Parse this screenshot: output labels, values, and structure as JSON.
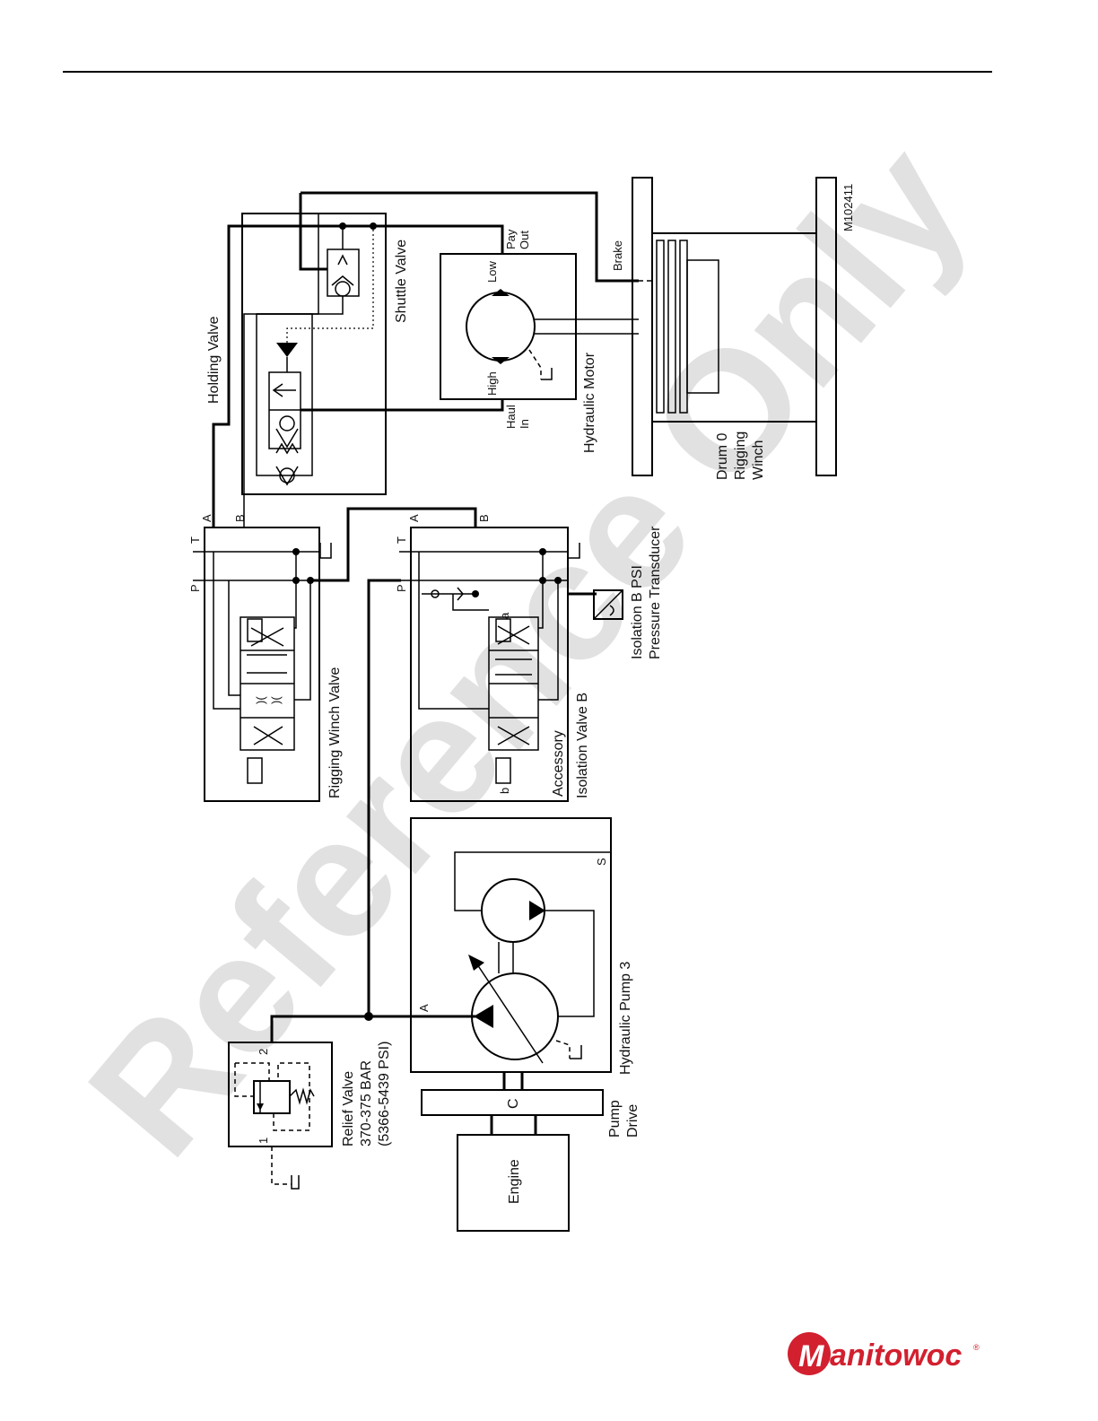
{
  "watermark": "Reference Only",
  "figure_id": "M102411",
  "components": {
    "holding_valve": "Holding Valve",
    "shuttle_valve": "Shuttle Valve",
    "hydraulic_motor": "Hydraulic Motor",
    "motor_low": "Low",
    "motor_high": "High",
    "pay_out_1": "Pay",
    "pay_out_2": "Out",
    "haul_in_1": "Haul",
    "haul_in_2": "In",
    "brake": "Brake",
    "drum_1": "Drum 0",
    "drum_2": "Rigging",
    "drum_3": "Winch",
    "rigging_winch_valve": "Rigging Winch Valve",
    "accessory_1": "Accessory",
    "accessory_2": "Isolation Valve B",
    "transducer_1": "Isolation B PSI",
    "transducer_2": "Pressure Transducer",
    "hydraulic_pump": "Hydraulic Pump 3",
    "pump_drive_1": "Pump",
    "pump_drive_2": "Drive",
    "pump_drive_c": "C",
    "engine": "Engine",
    "relief_1": "Relief Valve",
    "relief_2": "370-375 BAR",
    "relief_3": "(5366-5439 PSI)",
    "port_p": "P",
    "port_t": "T",
    "port_a": "A",
    "port_b": "B",
    "port_a_pump": "A",
    "port_s": "S",
    "spool_a": "a",
    "spool_b": "b",
    "relief_port_1": "1",
    "relief_port_2": "2"
  },
  "logo": {
    "brand": "Manitowoc",
    "mark": "®",
    "color": "#d2202f"
  }
}
